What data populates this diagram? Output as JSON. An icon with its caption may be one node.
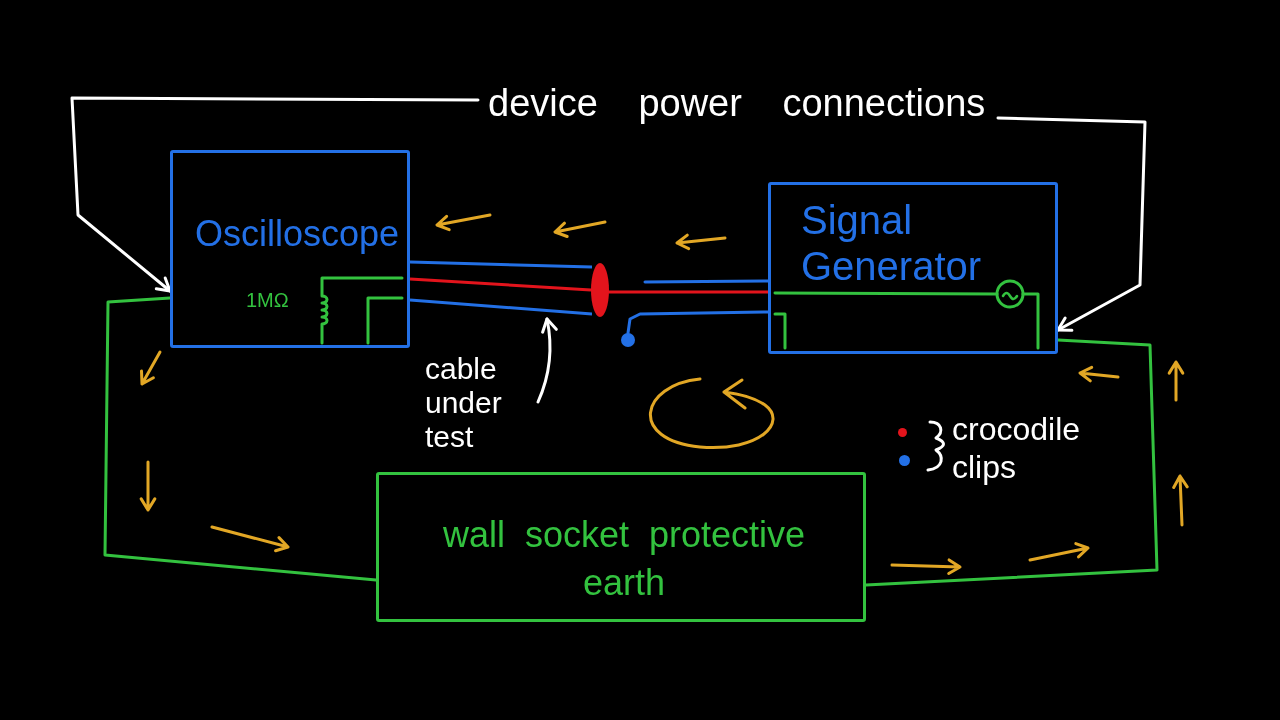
{
  "diagram": {
    "nodes": [
      {
        "text": [
          "device power connections"
        ]
      },
      {
        "text": [
          "Oscilloscope",
          "1MΩ"
        ]
      },
      {
        "text": [
          "Signal Generator"
        ]
      },
      {
        "text": [],
        "shape": "cable"
      },
      {
        "text": [],
        "shape": "ellipse"
      },
      {
        "text": [],
        "shape": "circle"
      },
      {
        "text": [
          "cable under test"
        ]
      },
      {
        "text": [
          "wall socket protective earth"
        ]
      }
    ],
    "edges": [
      {
        "from": 0,
        "to": 1,
        "arrow": "to"
      },
      {
        "from": 0,
        "to": 2,
        "arrow": "to"
      },
      {
        "from": 4,
        "to": 2,
        "arrow": "none",
        "color": "#e3141c"
      },
      {
        "from": 2,
        "to": 5,
        "arrow": "none",
        "color": "#2370e6"
      },
      {
        "from": 1,
        "to": 7,
        "arrow": "none",
        "color": "#33c23f"
      },
      {
        "from": 2,
        "to": 7,
        "arrow": "none",
        "color": "#33c23f"
      },
      {
        "from": 6,
        "to": 3,
        "arrow": "to"
      }
    ],
    "labels": [
      "crocodile clips"
    ]
  }
}
